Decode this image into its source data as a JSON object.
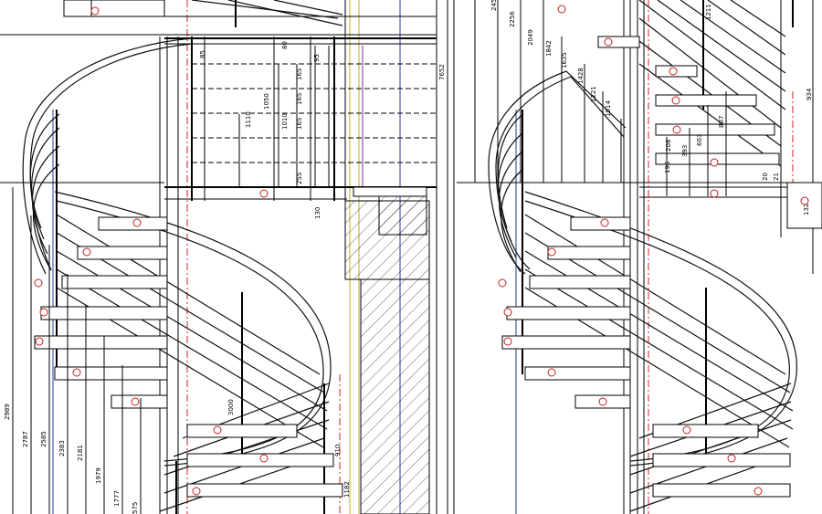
{
  "colors": {
    "line": "#000000",
    "red": "#d02020",
    "blue": "#2a3a9a",
    "green": "#b5b12a",
    "purple": "#8a2aa0"
  },
  "left_view": {
    "vertical_dims": [
      "2989",
      "2787",
      "2585",
      "2383",
      "2181",
      "1979",
      "1777",
      "575"
    ],
    "top_dims": [
      "85",
      "80",
      "95",
      "165",
      "165",
      "165",
      "1110",
      "1050",
      "1010",
      "255",
      "130",
      "3000",
      "910",
      "1182"
    ],
    "right_dim": "7652"
  },
  "right_view": {
    "vertical_dims": [
      "245",
      "2256",
      "2049",
      "1842",
      "1635",
      "1428",
      "1221",
      "1014",
      "1211",
      "208",
      "393",
      "603",
      "807",
      "195",
      "934",
      "20",
      "21",
      "132"
    ]
  }
}
